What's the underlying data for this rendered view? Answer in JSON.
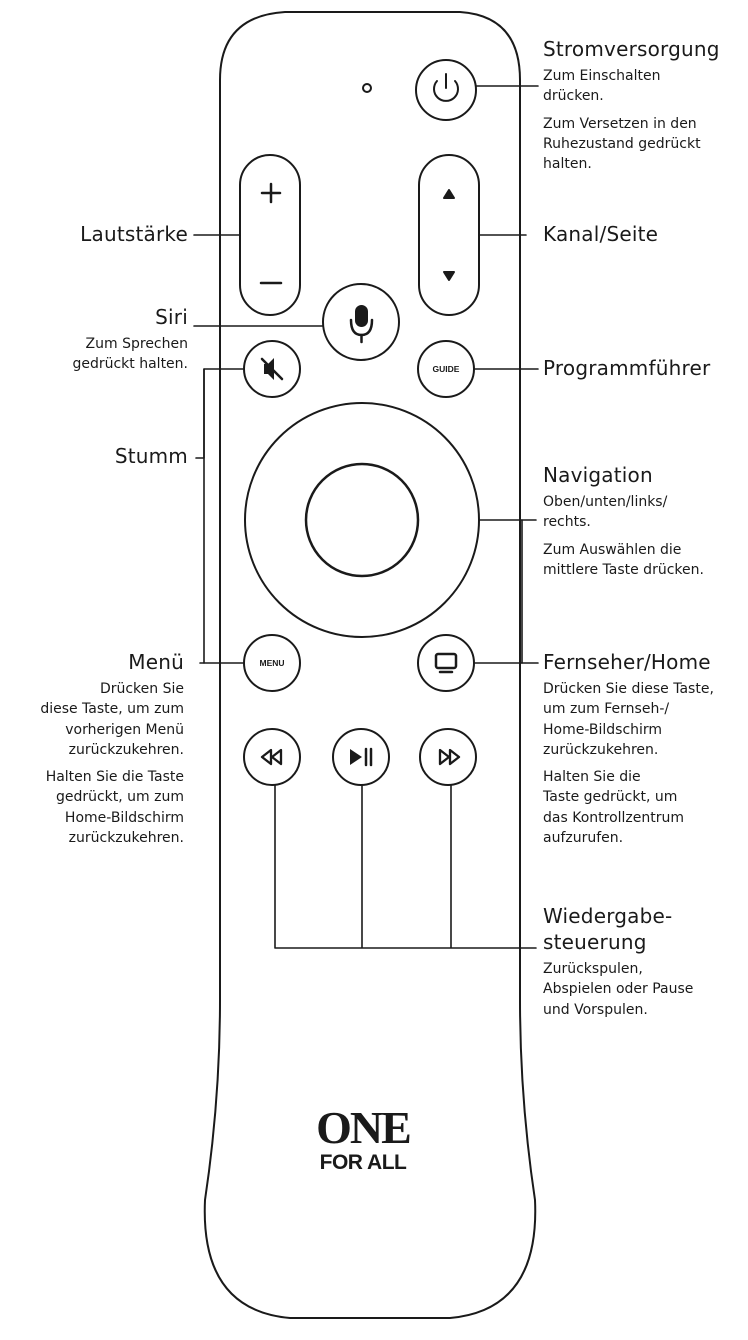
{
  "labels": {
    "power": {
      "title": "Stromversorgung",
      "desc1": "Zum Einschalten\ndrücken.",
      "desc2": "Zum Versetzen in den\nRuhezustand gedrückt\nhalten."
    },
    "volume": {
      "title": "Lautstärke"
    },
    "channel": {
      "title": "Kanal/Seite"
    },
    "siri": {
      "title": "Siri",
      "desc1": "Zum Sprechen\ngedrückt halten."
    },
    "guide_label": {
      "title": "Programmführer"
    },
    "mute": {
      "title": "Stumm"
    },
    "navigation": {
      "title": "Navigation",
      "desc1": "Oben/unten/links/\nrechts.",
      "desc2": "Zum Auswählen die\nmittlere Taste drücken."
    },
    "menu": {
      "title": "Menü",
      "desc1": "Drücken Sie\ndiese Taste, um zum\nvorherigen Menü\nzurückzukehren.",
      "desc2": "Halten Sie die Taste\ngedrückt, um zum\nHome-Bildschirm\nzurückzukehren."
    },
    "tvhome": {
      "title": "Fernseher/Home",
      "desc1": "Drücken Sie diese Taste,\num zum Fernseh-/\nHome-Bildschirm\nzurückzukehren.",
      "desc2": "Halten Sie die\nTaste gedrückt, um\ndas Kontrollzentrum\naufzurufen."
    },
    "playback": {
      "title": "Wiedergabe-\nsteuerung",
      "desc1": "Zurückspulen,\nAbspielen oder Pause\nund Vorspulen."
    }
  },
  "remote": {
    "guide_button_text": "GUIDE",
    "menu_button_text": "MENU",
    "logo_line1": "ONE",
    "logo_line2": "FOR ALL"
  },
  "colors": {
    "stroke": "#1a1a1a",
    "background": "#ffffff"
  }
}
